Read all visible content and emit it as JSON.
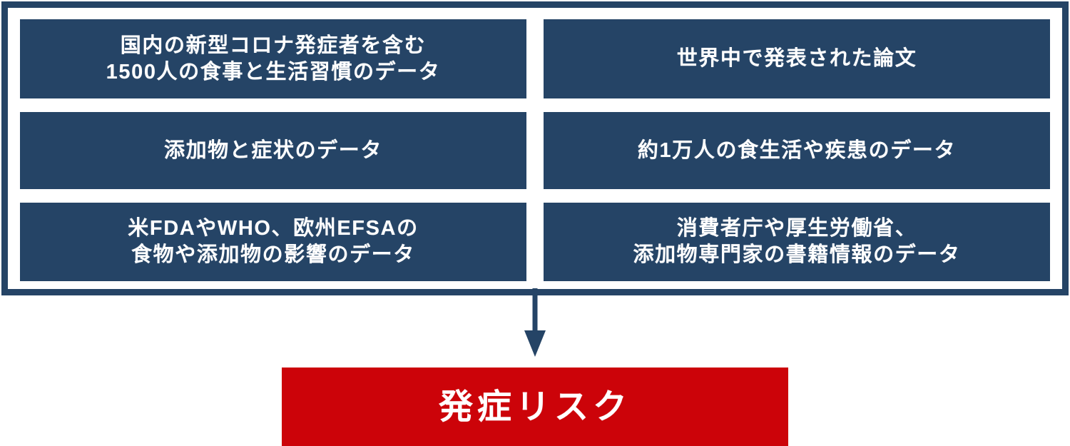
{
  "diagram": {
    "type": "flow",
    "title": "",
    "colors": {
      "box_navy": "#254466",
      "frame_navy": "#254466",
      "result_red": "#cc0309",
      "text_white": "#ffffff",
      "background": "#ffffff"
    },
    "sources": {
      "boxes": [
        {
          "id": "domestic-covid-diet-data",
          "label": "国内の新型コロナ発症者を含む\n1500人の食事と生活習慣のデータ",
          "lines": 2
        },
        {
          "id": "worldwide-papers",
          "label": "世界中で発表された論文",
          "lines": 1
        },
        {
          "id": "additives-symptoms-data",
          "label": "添加物と症状のデータ",
          "lines": 1
        },
        {
          "id": "ten-thousand-diet-disease-data",
          "label": "約1万人の食生活や疾患のデータ",
          "lines": 1
        },
        {
          "id": "fda-who-efsa-data",
          "label": "米FDAやWHO、欧州EFSAの\n食物や添加物の影響のデータ",
          "lines": 2
        },
        {
          "id": "caa-mhlw-expert-books-data",
          "label": "消費者庁や厚生労働省、\n添加物専門家の書籍情報のデータ",
          "lines": 2
        }
      ]
    },
    "connector": {
      "icon": "down-arrow-icon",
      "direction": "down",
      "color": "#254466"
    },
    "result": {
      "label": "発症リスク",
      "color": "#cc0309"
    }
  }
}
